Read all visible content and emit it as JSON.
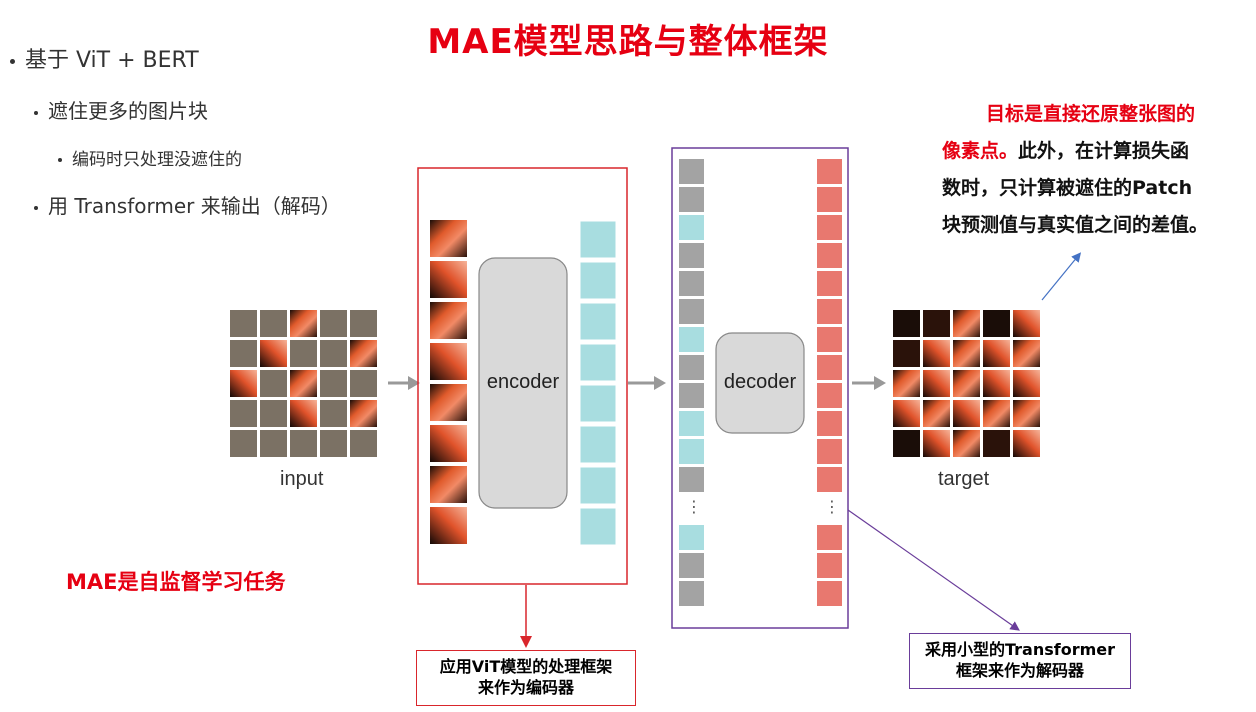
{
  "title": "MAE模型思路与整体框架",
  "bullets": [
    {
      "level": 1,
      "text": "基于 ViT + BERT"
    },
    {
      "level": 2,
      "text": "遮住更多的图片块"
    },
    {
      "level": 3,
      "text": "编码时只处理没遮住的"
    },
    {
      "level": 2,
      "text": "用 Transformer 来输出（解码）"
    }
  ],
  "note": {
    "red_part_1": "目标是直接还原整张图的",
    "red_part_2": "像素点。",
    "black_part_1": "此外，在计算损失函",
    "black_part_2": "数时，只计算被遮住的Patch",
    "black_part_3": "块预测值与真实值之间的差值。"
  },
  "self_supervised": "MAE是自监督学习任务",
  "diagram": {
    "input_label": "input",
    "encoder_label": "encoder",
    "decoder_label": "decoder",
    "target_label": "target",
    "ellipsis": "⋮"
  },
  "callouts": {
    "encoder_line1": "应用ViT模型的处理框架",
    "encoder_line2": "来作为编码器",
    "decoder_line1": "采用小型的Transformer",
    "decoder_line2": "框架来作为解码器"
  },
  "colors": {
    "title_red": "#e60012",
    "masked_patch": "#7b7164",
    "encoded_cyan": "#a8dde0",
    "mask_token_gray": "#a3a3a3",
    "decoded_red": "#e8786f",
    "block_gray": "#d9d9d9",
    "encoder_box": "#d9262c",
    "decoder_box": "#6a3d9a",
    "callout_arrow_blue": "#4472c4"
  }
}
